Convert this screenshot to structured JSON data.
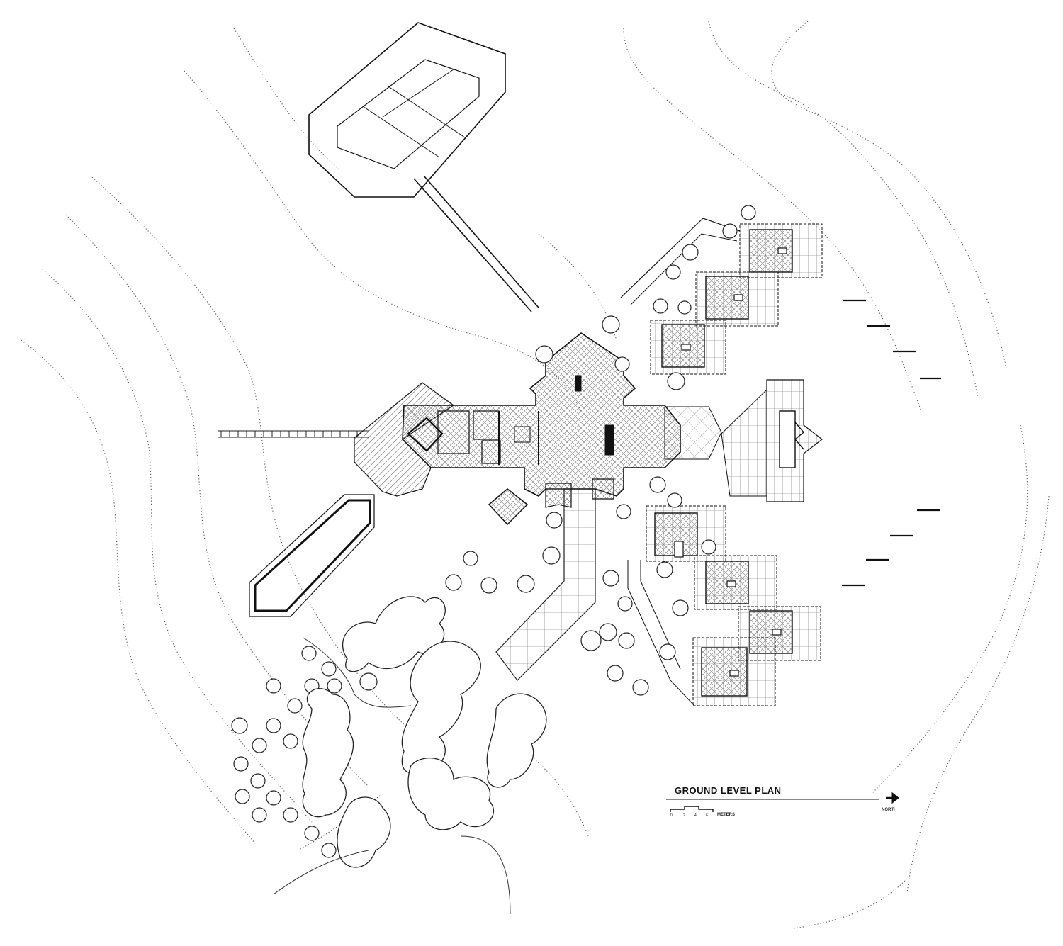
{
  "drawing": {
    "title": "GROUND LEVEL PLAN",
    "north_label": "NORTH",
    "scale_unit": "METERS",
    "scale_ticks": [
      "0",
      "2",
      "4",
      "6"
    ]
  },
  "colors": {
    "ink": "#111111",
    "contour": "#555555",
    "hatch": "#777777",
    "paper": "#ffffff"
  }
}
